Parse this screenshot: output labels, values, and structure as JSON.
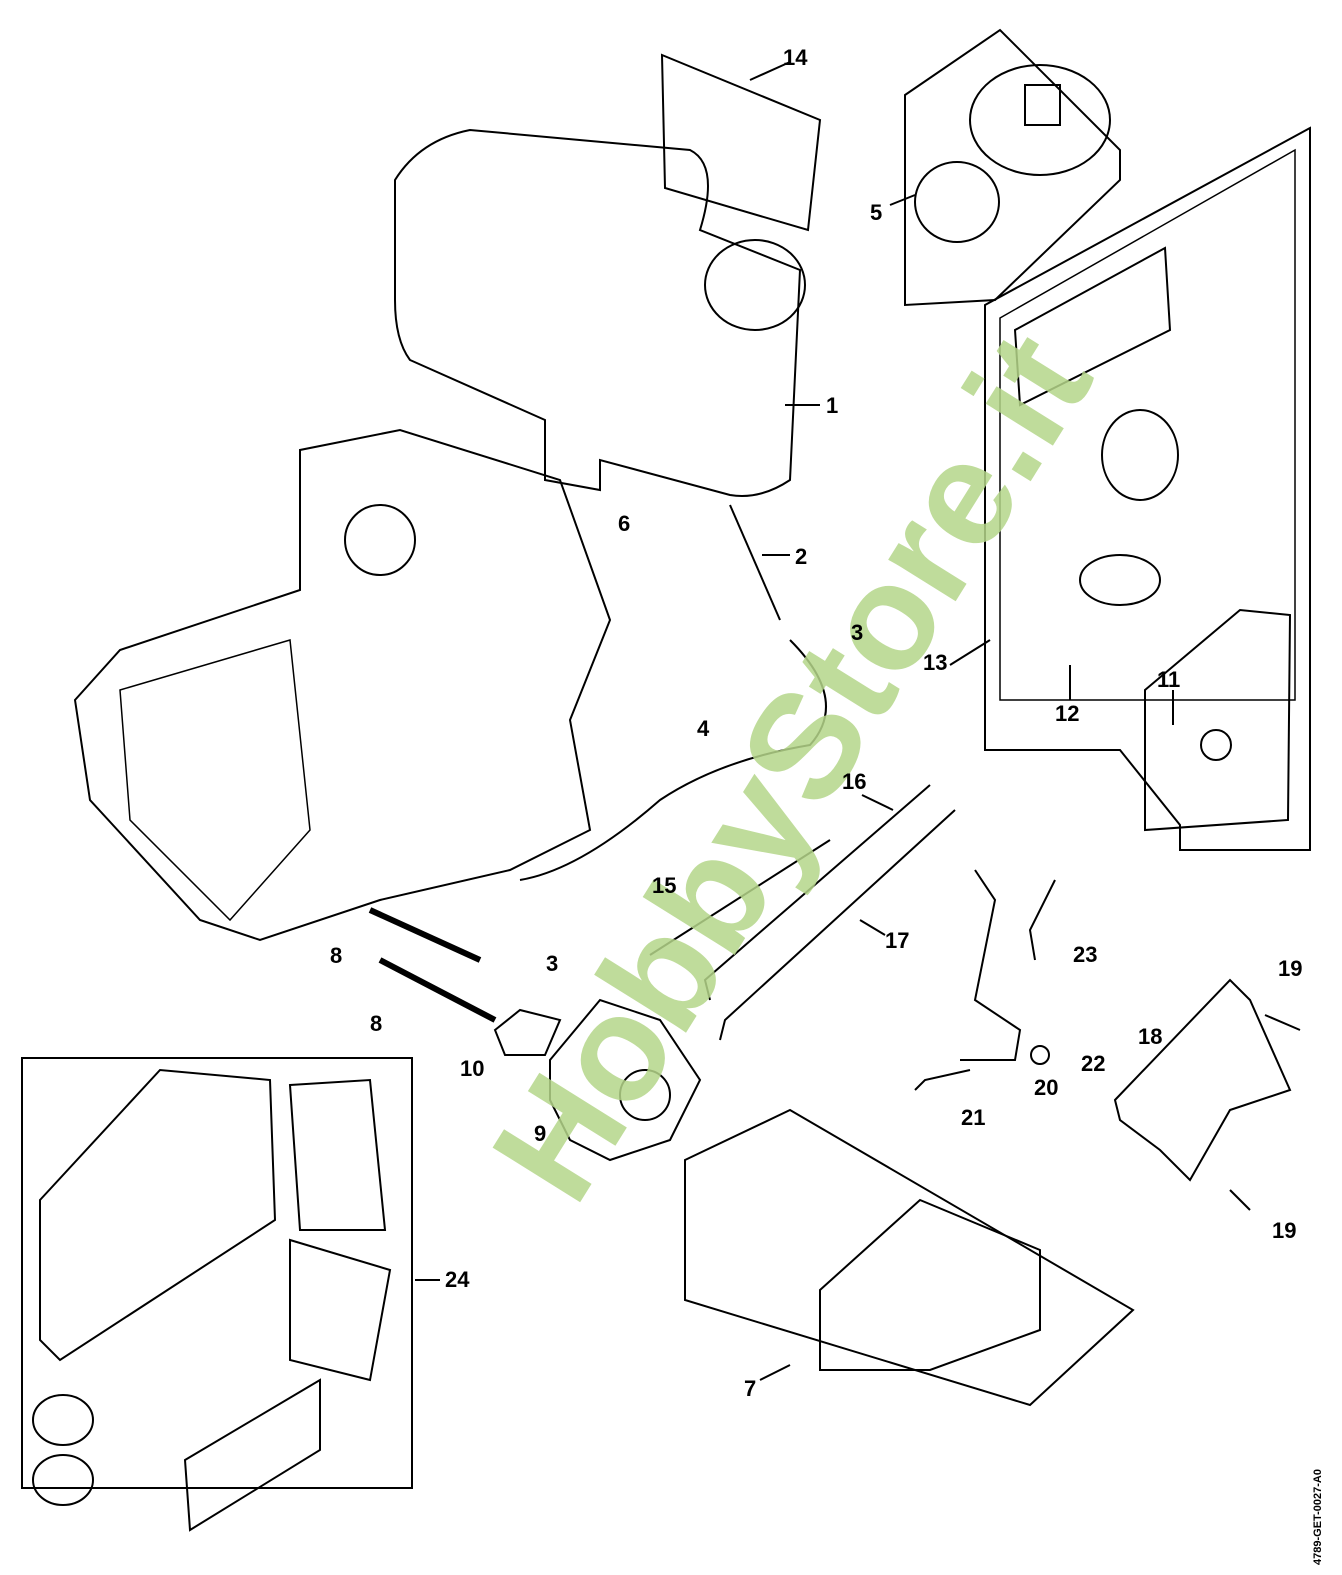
{
  "diagram": {
    "labels": [
      "14",
      "5",
      "1",
      "6",
      "2",
      "3",
      "13",
      "12",
      "11",
      "4",
      "16",
      "15",
      "17",
      "23",
      "19",
      "8",
      "3",
      "8",
      "18",
      "10",
      "22",
      "20",
      "21",
      "9",
      "19",
      "24",
      "7"
    ],
    "watermark": "HobbyStore.it",
    "drawing_code": "4789-GET-0027-A0",
    "watermark_color": "#b5d68a"
  }
}
